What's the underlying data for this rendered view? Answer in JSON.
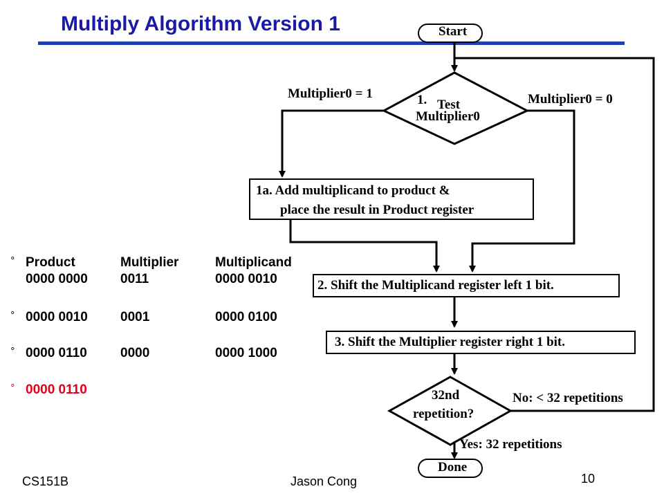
{
  "title": "Multiply Algorithm Version 1",
  "flow": {
    "start": "Start",
    "test_step": "1.",
    "test_word": "Test",
    "test_target": "Multiplier0",
    "branch_one": "Multiplier0 = 1",
    "branch_zero": "Multiplier0 = 0",
    "step_1a_line1": "1a. Add multiplicand to product &",
    "step_1a_line2": "place the result in Product register",
    "step_2": "2. Shift the Multiplicand register left 1 bit.",
    "step_3": "3. Shift the Multiplier register right 1 bit.",
    "decision_line1": "32nd",
    "decision_line2": "repetition?",
    "no_label": "No: < 32 repetitions",
    "yes_label": "Yes: 32 repetitions",
    "done": "Done"
  },
  "trace": {
    "headers": [
      "Product",
      "Multiplier",
      "Multiplicand"
    ],
    "rows": [
      [
        "0000 0000",
        "0011",
        "0000 0010"
      ],
      [
        "0000 0010",
        "0001",
        "0000 0100"
      ],
      [
        "0000 0110",
        "0000",
        "0000 1000"
      ]
    ],
    "final": "0000 0110",
    "final_color": "#e0001b",
    "bullet": "°"
  },
  "footer": {
    "course": "CS151B",
    "author": "Jason Cong",
    "page": "10"
  }
}
